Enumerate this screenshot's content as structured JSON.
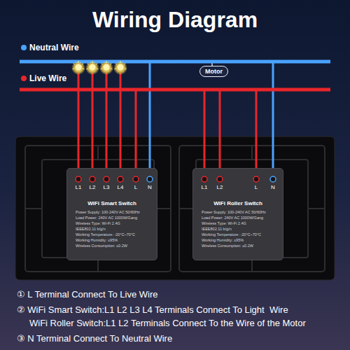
{
  "diagram": {
    "title": "Wiring Diagram",
    "nodes": [
      {
        "text": [
          "Motor"
        ]
      },
      {
        "text": [
          "WiFi Smart Switch",
          "Power Supply: 100-240V AC 50/60Hz",
          "Load Power: 240V AC 1000W/Gang",
          "Wireless Type: Wi-Fi 2.4G",
          "IEEE802.11 b/g/n",
          "Working Temperature: -20°C~70°C",
          "Working Humidity: ≤95%",
          "Wireless Consumption: ≤0.2W"
        ]
      },
      {
        "text": [
          "WiFi Roller Switch",
          "Power Supply: 100-240V AC 50/60Hz",
          "Load Power: 240V AC 1000W/Gang",
          "Wireless Type: Wi-Fi 2.4G",
          "IEEE802.11 b/g/n",
          "Working Temperature: -20°C~70°C",
          "Working Humidity: ≤95%",
          "Wireless Consumption: ≤0.2W"
        ]
      }
    ],
    "labels": [
      "Neutral Wire",
      "Live Wire",
      "L1",
      "L2",
      "L3",
      "L4",
      "L",
      "N",
      "L1",
      "L2",
      "L",
      "N",
      "① L Terminal Connect To Live Wire",
      "② WiFi Smart Switch:L1 L2 L3 L4 Terminals Connect To Light  Wire",
      "WiFi Roller Switch:L1 L2 Terminals Connect To the Wire of the Motor",
      "③ N Terminal Connect To Neutral Wire"
    ]
  }
}
